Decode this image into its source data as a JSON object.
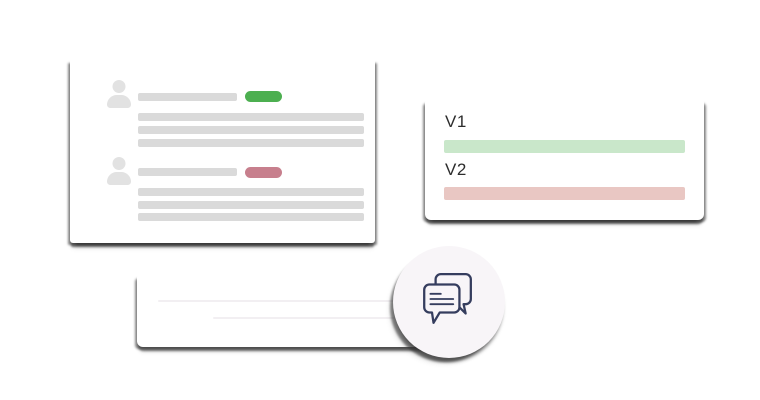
{
  "illustration": {
    "description_not_rendered": "",
    "colors": {
      "page_bg": "#ffffff",
      "card_bg": "#ffffff",
      "placeholder_gray": "#dadada",
      "avatar_gray": "#e2e2e2",
      "faint_line_gray": "#f2eff2",
      "green_accent": "#4caf50",
      "rose_accent": "#c77f8d",
      "green_bar_light": "#c9e7ca",
      "rose_bar_light": "#e9c7c3",
      "circle_bg": "#f8f5f8",
      "icon_stroke": "#353d5e",
      "label_text": "#2d2d2d"
    }
  },
  "document_card": {
    "rows": [
      {
        "avatar_icon": "user-avatar-icon",
        "status_pill_color": "#4caf50",
        "placeholder_lines": 3
      },
      {
        "avatar_icon": "user-avatar-icon",
        "status_pill_color": "#c77f8d",
        "placeholder_lines": 3
      }
    ]
  },
  "versions_card": {
    "items": [
      {
        "label": "V1",
        "bar_color": "#c9e7ca"
      },
      {
        "label": "V2",
        "bar_color": "#e9c7c3"
      }
    ]
  },
  "comment_bar": {
    "placeholder_lines": 2
  },
  "chat_badge": {
    "icon": "chat-bubbles-icon"
  }
}
